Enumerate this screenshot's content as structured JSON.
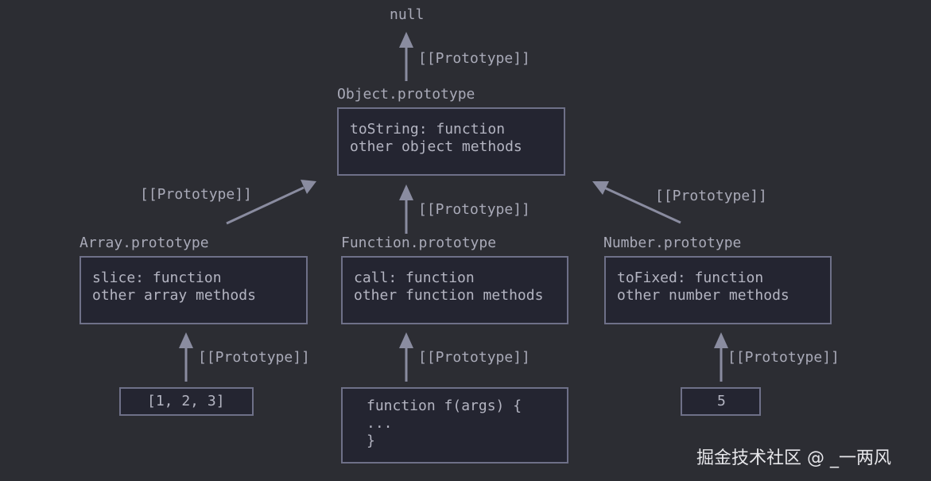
{
  "diagram": {
    "null_label": "null",
    "edge_label": "[[Prototype]]",
    "object_prototype": {
      "title": "Object.prototype",
      "lines": [
        "toString: function",
        "other object methods"
      ]
    },
    "array_prototype": {
      "title": "Array.prototype",
      "lines": [
        "slice: function",
        "other array methods"
      ]
    },
    "function_prototype": {
      "title": "Function.prototype",
      "lines": [
        "call: function",
        "other function methods"
      ]
    },
    "number_prototype": {
      "title": "Number.prototype",
      "lines": [
        "toFixed: function",
        "other number methods"
      ]
    },
    "array_instance": {
      "text": "[1, 2, 3]"
    },
    "function_instance": {
      "lines": [
        "function f(args) {",
        "...",
        "}"
      ]
    },
    "number_instance": {
      "text": "5"
    }
  },
  "watermark": "掘金技术社区 @ _一两风",
  "colors": {
    "background": "#2c2d33",
    "box_border": "#6e7088",
    "box_fill": "#242531",
    "text": "#a9aab8",
    "arrow": "#8a8ca0"
  }
}
